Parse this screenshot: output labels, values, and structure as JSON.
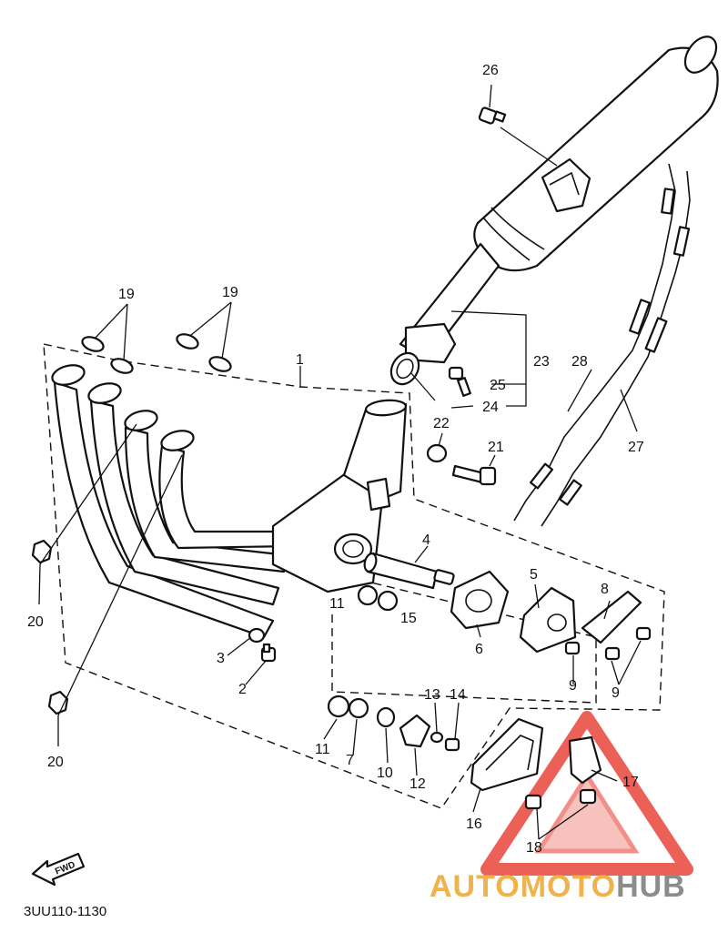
{
  "diagram_code": "3UU110-1130",
  "fwd_label": "FWD",
  "watermark": {
    "part1": "AUTOMOTO",
    "part2": "HUB",
    "color1": "#f0b24a",
    "color2": "#8c8c8c",
    "triangle_color": "#e8463c"
  },
  "callouts": [
    {
      "id": "1",
      "label": "1"
    },
    {
      "id": "2",
      "label": "2"
    },
    {
      "id": "3",
      "label": "3"
    },
    {
      "id": "4",
      "label": "4"
    },
    {
      "id": "5",
      "label": "5"
    },
    {
      "id": "6",
      "label": "6"
    },
    {
      "id": "7",
      "label": "7"
    },
    {
      "id": "8",
      "label": "8"
    },
    {
      "id": "9a",
      "label": "9"
    },
    {
      "id": "9b",
      "label": "9"
    },
    {
      "id": "10",
      "label": "10"
    },
    {
      "id": "11a",
      "label": "11"
    },
    {
      "id": "11b",
      "label": "11"
    },
    {
      "id": "12",
      "label": "12"
    },
    {
      "id": "13",
      "label": "13"
    },
    {
      "id": "14",
      "label": "14"
    },
    {
      "id": "15",
      "label": "15"
    },
    {
      "id": "16",
      "label": "16"
    },
    {
      "id": "17",
      "label": "17"
    },
    {
      "id": "18",
      "label": "18"
    },
    {
      "id": "19a",
      "label": "19"
    },
    {
      "id": "19b",
      "label": "19"
    },
    {
      "id": "20a",
      "label": "20"
    },
    {
      "id": "20b",
      "label": "20"
    },
    {
      "id": "21",
      "label": "21"
    },
    {
      "id": "22",
      "label": "22"
    },
    {
      "id": "23",
      "label": "23"
    },
    {
      "id": "24",
      "label": "24"
    },
    {
      "id": "25",
      "label": "25"
    },
    {
      "id": "26",
      "label": "26"
    },
    {
      "id": "27",
      "label": "27"
    },
    {
      "id": "28",
      "label": "28"
    }
  ]
}
